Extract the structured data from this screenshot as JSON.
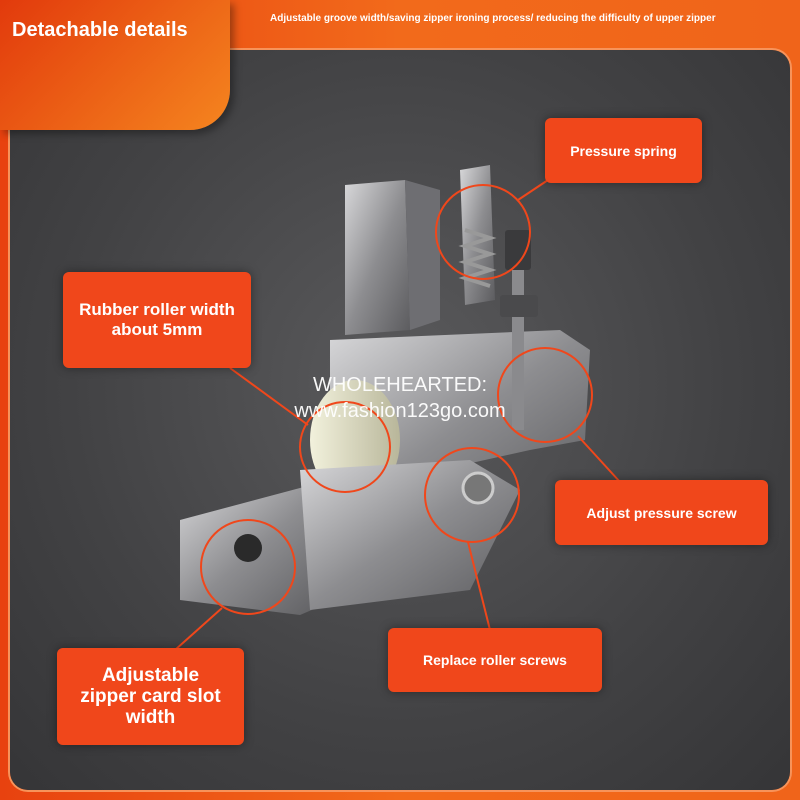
{
  "header": {
    "title": "Detachable details",
    "subtitle": "Adjustable groove width/saving zipper ironing process/ reducing the difficulty of upper zipper"
  },
  "callouts": [
    {
      "label": "Pressure spring"
    },
    {
      "label": "Rubber roller width about 5mm"
    },
    {
      "label": "Adjust pressure screw"
    },
    {
      "label": "Replace roller screws"
    },
    {
      "label": "Adjustable zipper card slot width"
    }
  ],
  "watermark": {
    "line1": "WHOLEHEARTED:",
    "line2": "www.fashion123go.com"
  },
  "colors": {
    "accent": "#f0471b",
    "panel": "#434345"
  }
}
